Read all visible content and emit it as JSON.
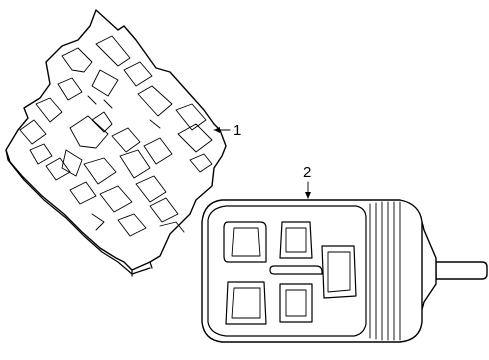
{
  "diagram": {
    "callouts": [
      {
        "number": "1",
        "part": "module"
      },
      {
        "number": "2",
        "part": "transmitter"
      }
    ]
  }
}
